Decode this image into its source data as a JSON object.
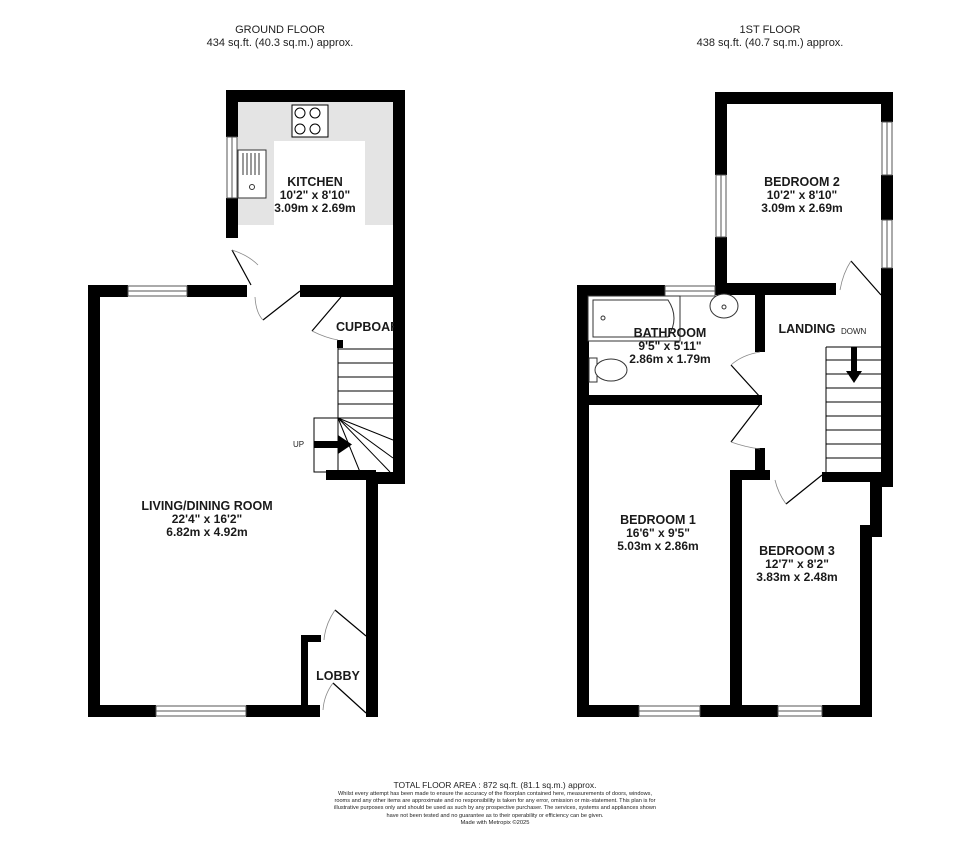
{
  "ground_floor": {
    "title": "GROUND FLOOR",
    "area": "434 sq.ft. (40.3 sq.m.) approx.",
    "rooms": [
      {
        "name": "KITCHEN",
        "imperial": "10'2\"  x 8'10\"",
        "metric": "3.09m  x 2.69m"
      },
      {
        "name": "LIVING/DINING ROOM",
        "imperial": "22'4\"  x 16'2\"",
        "metric": "6.82m  x 4.92m"
      },
      {
        "name": "CUPBOAR"
      },
      {
        "name": "LOBBY"
      }
    ],
    "stairs_label": "UP"
  },
  "first_floor": {
    "title": "1ST FLOOR",
    "area": "438 sq.ft. (40.7 sq.m.) approx.",
    "rooms": [
      {
        "name": "BEDROOM 2",
        "imperial": "10'2\"  x 8'10\"",
        "metric": "3.09m  x 2.69m"
      },
      {
        "name": "BATHROOM",
        "imperial": "9'5\"  x 5'11\"",
        "metric": "2.86m  x 1.79m"
      },
      {
        "name": "LANDING"
      },
      {
        "name": "BEDROOM 1",
        "imperial": "16'6\"  x 9'5\"",
        "metric": "5.03m  x 2.86m"
      },
      {
        "name": "BEDROOM 3",
        "imperial": "12'7\"  x 8'2\"",
        "metric": "3.83m  x 2.48m"
      }
    ],
    "stairs_label": "DOWN"
  },
  "footer": {
    "total": "TOTAL FLOOR AREA : 872 sq.ft. (81.1 sq.m.) approx.",
    "disclaimer": "Whilst every attempt has been made to ensure the accuracy of the floorplan contained here, measurements of doors, windows, rooms and any other items are approximate and no responsibility is taken for any error, omission or mis-statement. This plan is for illustrative purposes only and should be used as such by any prospective purchaser. The services, systems and appliances shown have not been tested and no guarantee as to their operability or efficiency can be given.",
    "credit": "Made with Metropix ©2025"
  },
  "colors": {
    "wall": "#000000",
    "kitchen_counter": "#e4e4e4",
    "background": "#ffffff"
  }
}
